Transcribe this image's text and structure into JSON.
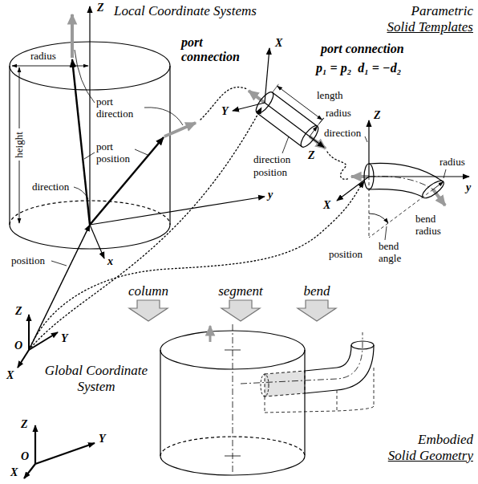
{
  "diagram": {
    "labels": [
      "Local Coordinate Systems",
      "Parametric Solid Templates",
      "Z",
      "radius",
      "port direction",
      "height",
      "port position",
      "direction",
      "position",
      "y",
      "x",
      "port connection",
      "X",
      "Y",
      "Z",
      "length",
      "radius",
      "direction",
      "position",
      "port connection",
      "p₁ = p₂  d₁ = −d₂",
      "Z",
      "direction",
      "bend angle",
      "radius",
      "y",
      "X",
      "bend radius",
      "position",
      "column",
      "segment",
      "bend",
      "Z",
      "Y",
      "O",
      "X",
      "Global Coordinate System",
      "Z",
      "Y",
      "O",
      "X",
      "Embodied Solid Geometry"
    ]
  }
}
